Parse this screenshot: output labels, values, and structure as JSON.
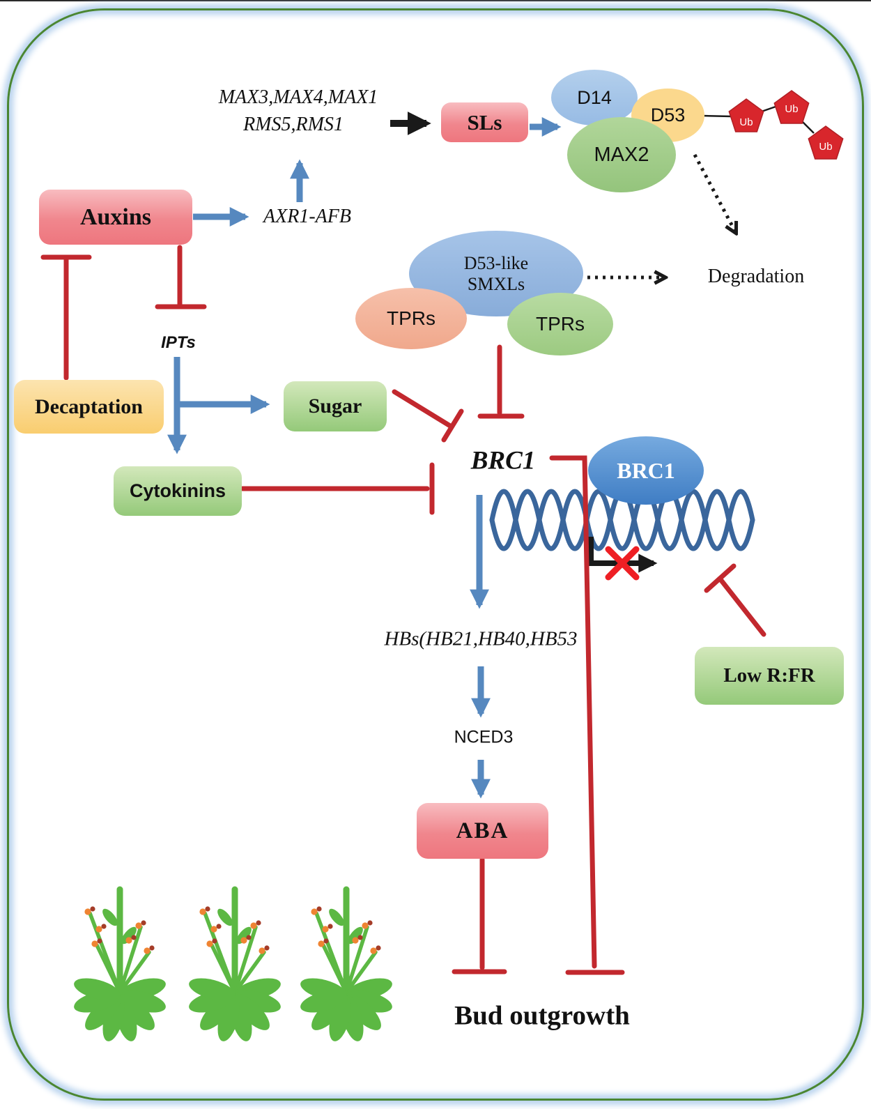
{
  "nodes": {
    "auxins": {
      "label": "Auxins"
    },
    "sls": {
      "label": "SLs"
    },
    "decaptation": {
      "label": "Decaptation"
    },
    "sugar": {
      "label": "Sugar"
    },
    "cytokinins": {
      "label": "Cytokinins"
    },
    "aba": {
      "label": "ABA"
    },
    "low_rfr": {
      "label": "Low R:FR"
    },
    "d14": {
      "label": "D14"
    },
    "d53": {
      "label": "D53"
    },
    "max2": {
      "label": "MAX2"
    },
    "d53_like": {
      "line1": "D53-like",
      "line2": "SMXLs"
    },
    "tprs_left": {
      "label": "TPRs"
    },
    "tprs_right": {
      "label": "TPRs"
    },
    "brc1_protein": {
      "label": "BRC1"
    },
    "ub": {
      "label": "Ub"
    }
  },
  "labels": {
    "max_genes_1": "MAX3,MAX4,MAX1",
    "max_genes_2": "RMS5,RMS1",
    "axr1": "AXR1-AFB",
    "ipts": "IPTs",
    "degradation": "Degradation",
    "brc1_gene": "BRC1",
    "hbs": "HBs(HB21,HB40,HB53",
    "nced3": "NCED3",
    "bud_outgrowth": "Bud outgrowth"
  },
  "colors": {
    "inhibition_red": "#c2282e",
    "activation_blue": "#5688bf",
    "block_x_red": "#ee1f24",
    "dna_blue": "#3a669c",
    "ub_red": "#d8262c",
    "red_box": "#f0868d",
    "yellow_box": "#f9cd6f",
    "green_box": "#a6d287",
    "frame_green": "#4a8632",
    "frame_glow": "#b9d3ee",
    "plant_green": "#5cb843"
  }
}
